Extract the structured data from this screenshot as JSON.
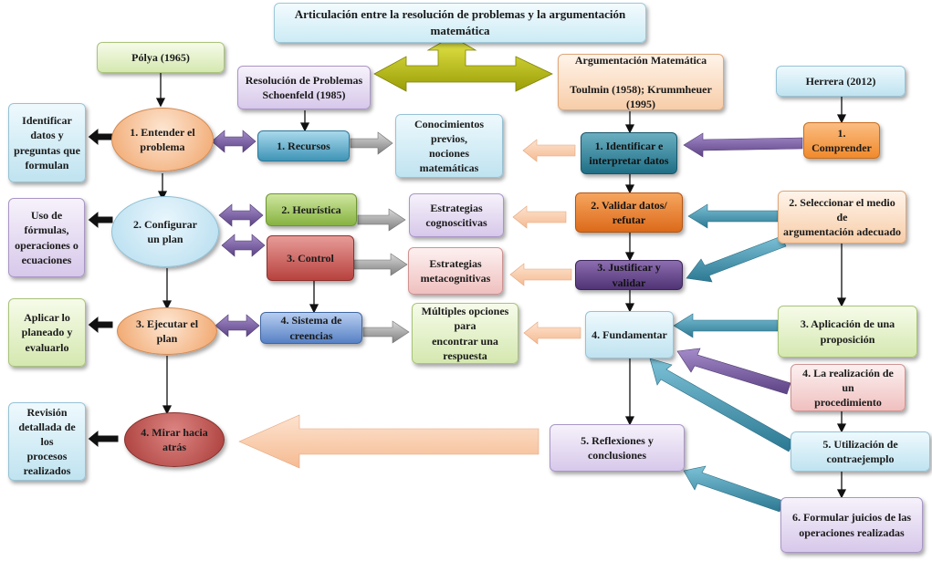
{
  "title": "Articulación entre la resolución de problemas y la argumentación matemática",
  "headers": {
    "polya": "Pólya (1965)",
    "schoenfeld": "Resolución de Problemas\nSchoenfeld (1985)",
    "argumentacion": "Argumentación Matemática\n\nToulmin (1958); Krummheuer (1995)",
    "herrera": "Herrera (2012)"
  },
  "outcomes": {
    "o1": "Identificar\ndatos y\npreguntas que\nformulan",
    "o2": "Uso de\nfórmulas,\noperaciones o\necuaciones",
    "o3": "Aplicar lo\nplaneado y\nevaluarlo",
    "o4": "Revisión\ndetallada de los\nprocesos\nrealizados"
  },
  "polya_steps": {
    "p1": "1. Entender el\nproblema",
    "p2": "2. Configurar\nun plan",
    "p3": "3. Ejecutar el\nplan",
    "p4": "4. Mirar hacia\natrás"
  },
  "schoenfeld_steps": {
    "s1": "1. Recursos",
    "s2": "2. Heurística",
    "s3": "3. Control",
    "s4": "4. Sistema de creencias"
  },
  "concepts": {
    "c1": "Conocimientos previos,\nnociones matemáticas",
    "c2": "Estrategias\ncognoscitivas",
    "c3": "Estrategias\nmetacognitivas",
    "c4": "Múltiples opciones para\nencontrar una\nrespuesta"
  },
  "argument_steps": {
    "a1": "1. Identificar e\ninterpretar datos",
    "a2": "2. Validar datos/ refutar",
    "a3": "3. Justificar y validar",
    "a4": "4. Fundamentar",
    "a5": "5. Reflexiones y conclusiones"
  },
  "herrera_steps": {
    "h1": "1. Comprender",
    "h2": "2. Seleccionar el medio de\nargumentación adecuado",
    "h3": "3. Aplicación de una\nproposición",
    "h4": "4. La realización de un\nprocedimiento",
    "h5": "5. Utilización de contraejemplo",
    "h6": "6. Formular juicios de las\noperaciones realizadas"
  },
  "colors": {
    "purple_arrow": "#7b5ea7",
    "teal_arrow": "#3d8fa9",
    "gray_arrow": "#8c8c8c",
    "peach_arrow": "#f8cfae",
    "olive_arrow": "#b7bb12",
    "black_arrow": "#111111"
  }
}
